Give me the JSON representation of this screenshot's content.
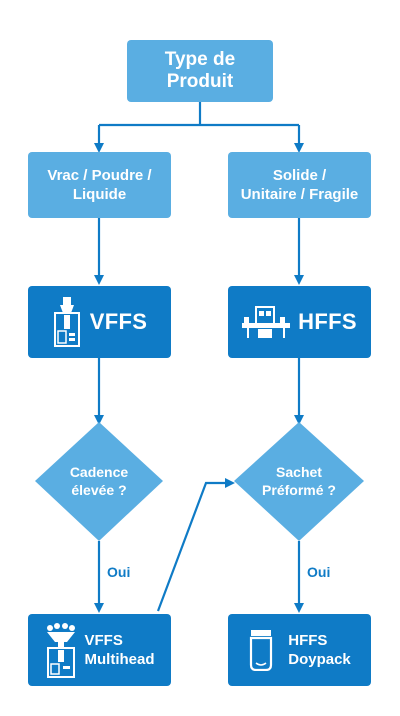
{
  "nodes": {
    "type_produit": "Type de\nProduit",
    "vrac": "Vrac / Poudre /\nLiquide",
    "solide": "Solide /\nUnitaire / Fragile",
    "vffs": "VFFS",
    "hffs": "HFFS",
    "cadence": "Cadence\nélevée ?",
    "sachet": "Sachet\nPréformé ?",
    "vffs_multihead_1": "VFFS",
    "vffs_multihead_2": "Multihead",
    "hffs_doypack_1": "HFFS",
    "hffs_doypack_2": "Doypack"
  },
  "edge_labels": {
    "oui_left": "Oui",
    "oui_right": "Oui"
  },
  "colors": {
    "light_box": "#5aaee2",
    "dark_box": "#0f7bc6",
    "connector": "#0f7bc6"
  },
  "icons": [
    "vertical-packaging-machine-icon",
    "horizontal-packaging-machine-icon",
    "multihead-weigher-icon",
    "doypack-pouch-icon"
  ]
}
